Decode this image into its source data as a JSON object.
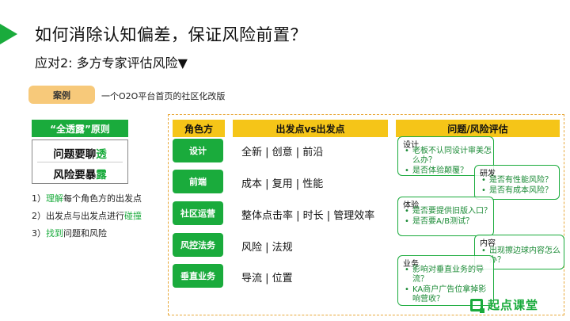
{
  "title": "如何消除认知偏差，保证风险前置？",
  "subtitle": "应对2: 多方专家评估风险▼",
  "case": {
    "label": "案例",
    "description": "一个O2O平台首页的社区化改版"
  },
  "principle": {
    "header": "“全透露”原则",
    "line1_prefix": "问题要聊",
    "line1_highlight": "透",
    "line2_prefix": "风险要暴",
    "line2_highlight": "露"
  },
  "steps": [
    {
      "prefix": "1）",
      "highlight": "理解",
      "suffix": "每个角色方的出发点"
    },
    {
      "prefix": "2）出发点与出发点进行",
      "highlight": "碰撞",
      "suffix": ""
    },
    {
      "prefix": "3）",
      "highlight": "找到",
      "suffix": "问题和风险"
    }
  ],
  "columns": {
    "role": "角色方",
    "start": "出发点vs出发点",
    "risk": "问题/风险评估"
  },
  "rows": [
    {
      "role": "设计",
      "start": "全新 | 创意 | 前沿"
    },
    {
      "role": "前端",
      "start": "成本 | 复用 | 性能"
    },
    {
      "role": "社区运营",
      "start": "整体点击率 | 时长 | 管理效率"
    },
    {
      "role": "风控法务",
      "start": "风险 | 法规"
    },
    {
      "role": "垂直业务",
      "start": "导流 | 位置"
    }
  ],
  "risk_cards": {
    "design": {
      "title": "设计",
      "items": [
        "老板不认同设计审美怎么办？",
        "是否体验颠覆？"
      ]
    },
    "rd": {
      "title": "研发",
      "items": [
        "是否有性能风险？",
        "是否有成本风险？"
      ]
    },
    "experience": {
      "title": "体验",
      "items": [
        "是否要提供旧版入口？",
        "是否要A/B测试？"
      ]
    },
    "content": {
      "title": "内容",
      "items": [
        "出现擦边球内容怎么办？"
      ]
    },
    "business": {
      "title": "业务",
      "items": [
        "影响对垂直业务的导流？",
        "KA商户广告位拿掉影响营收？"
      ]
    }
  },
  "logo": {
    "text": "起点课堂"
  },
  "colors": {
    "accent_green": "#1aab3c",
    "header_yellow": "#f5c518",
    "case_orange": "#f7c97a"
  }
}
